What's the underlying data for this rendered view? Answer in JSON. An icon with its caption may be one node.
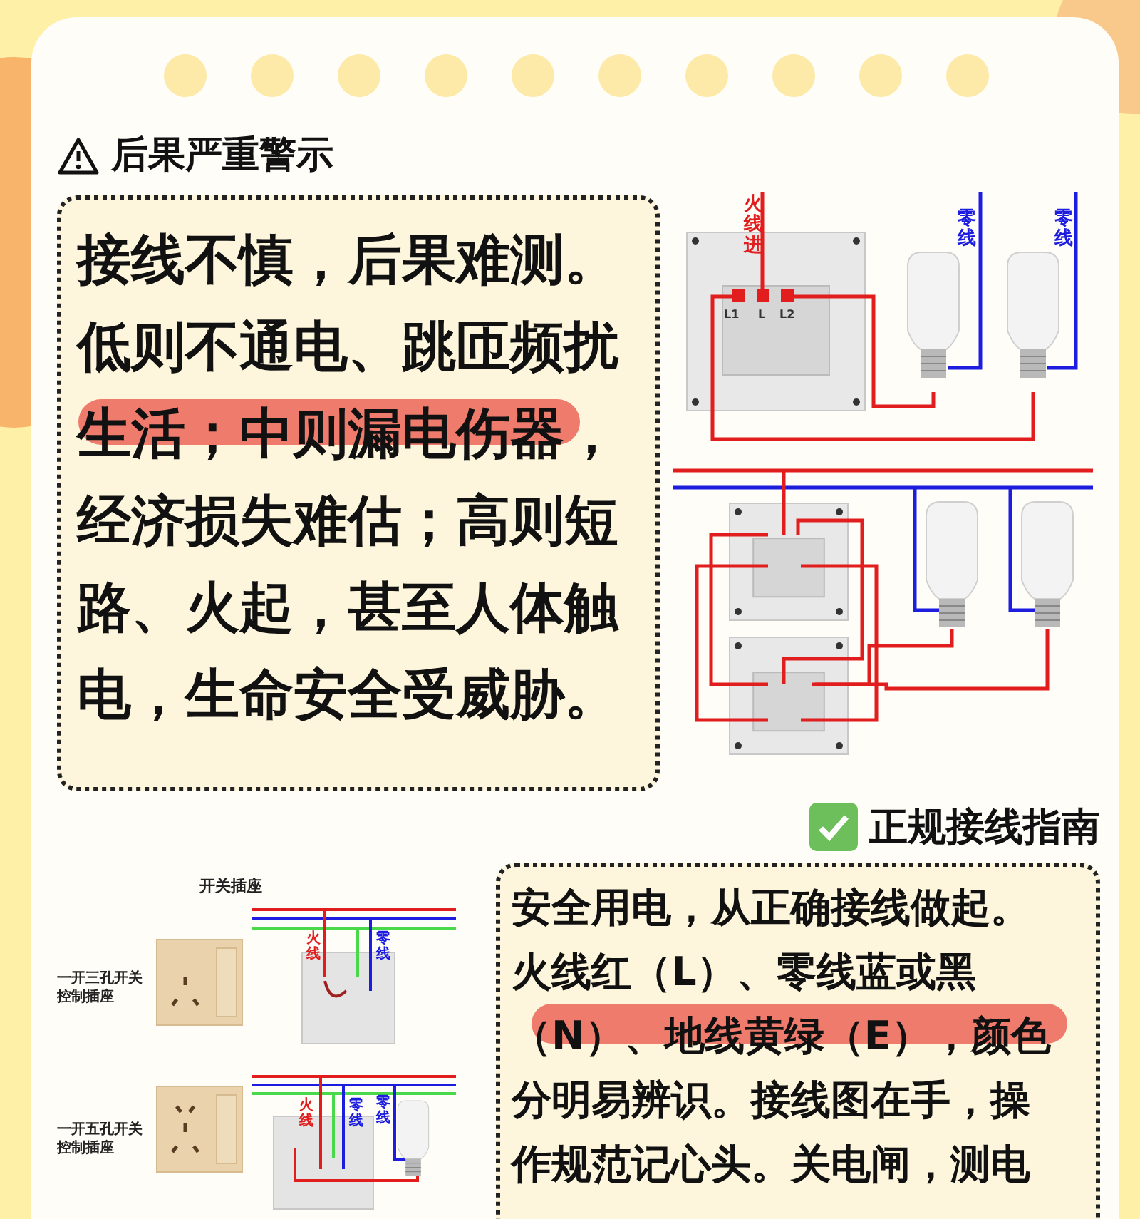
{
  "diagram": {
    "nodes": [
      {
        "text": [
          "后果严重警示",
          "接线不慎，后果难测。低则不通电、跳匝频扰生活；中则漏电伤器，经济损失难估；高则短路、火起，甚至人体触电，生命安全受威胁。"
        ]
      },
      {
        "text": [
          "正规接线指南",
          "安全用电，从正确接线做起。火线红（L）、零线蓝或黑（N）、地线黄绿（E），颜色分明易辨识。接线图在手，操作规范记心头。关电闸，测电"
        ]
      }
    ],
    "labels": [
      "火线进",
      "L1",
      "L",
      "L2",
      "零线",
      "零线",
      "开关插座",
      "一开三孔开关控制插座",
      "火线",
      "零线",
      "一开五孔开关控制插座",
      "火线",
      "零线",
      "零线"
    ]
  }
}
